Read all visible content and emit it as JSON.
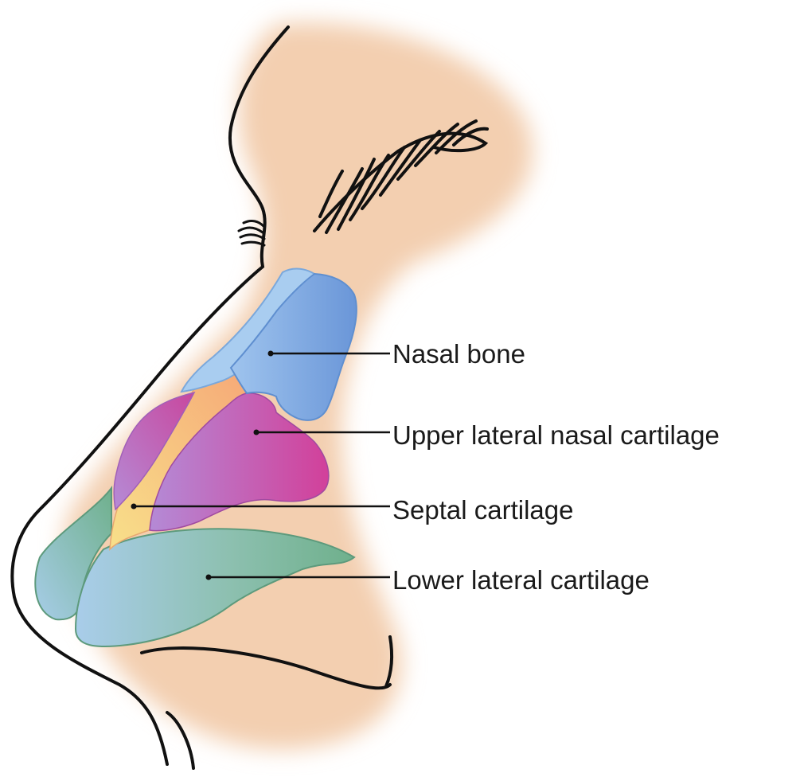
{
  "labels": {
    "nasal_bone": "Nasal bone",
    "upper_lateral_nasal_cartilage": "Upper lateral nasal cartilage",
    "septal_cartilage": "Septal cartilage",
    "lower_lateral_cartilage": "Lower lateral cartilage"
  },
  "colors": {
    "skin": "#f4d2b4",
    "nasal_bone": "#6f9ddb",
    "nasal_bone_light": "#a9cdf0",
    "upper_lateral_cartilage": "#c8479e",
    "upper_lateral_cartilage_light": "#b58bd6",
    "septal_cartilage": "#f6b77a",
    "septal_cartilage_light": "#f8e08a",
    "lower_lateral_cartilage": "#79b696",
    "lower_lateral_cartilage_light": "#a7cde8",
    "outline": "#111111"
  }
}
